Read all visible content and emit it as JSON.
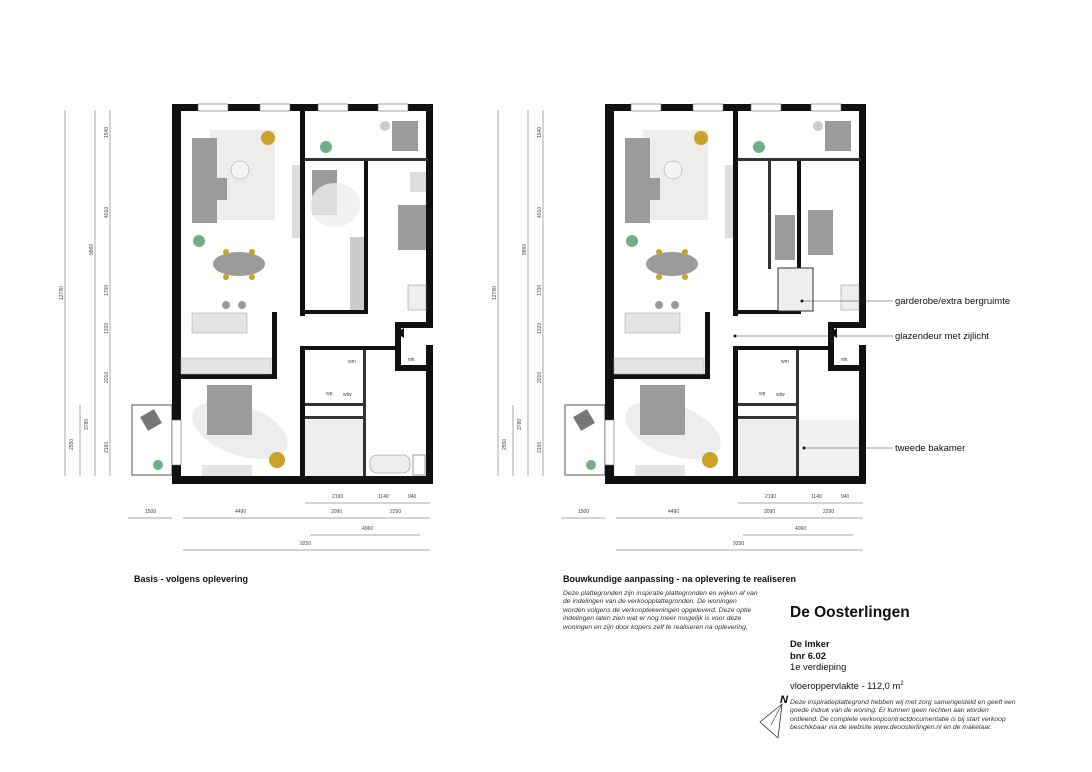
{
  "plans": {
    "basis": {
      "caption": "Basis - volgens oplevering"
    },
    "variant": {
      "caption": "Bouwkundige aanpassing - na oplevering te realiseren",
      "description": "Deze plattegronden zijn inspiratie plattegronden en wijken af van de indelingen van de verkoopplattegronden. De woningen worden volgens de verkooptekeningen opgeleverd. Deze optie indelingen laten zien wat er nog meer mogelijk is voor deze woningen en zijn door kopers zelf te realiseren na oplevering.",
      "annotations": [
        "garderobe/extra bergruimte",
        "glazendeur met zijlicht",
        "tweede bakamer"
      ]
    }
  },
  "room_labels": {
    "wm": "wm",
    "wp": "wp",
    "wtw": "wtw",
    "mk": "mk"
  },
  "dimensions": {
    "vertical": {
      "total": "12780",
      "sub_total": "9860",
      "left_a": "2550",
      "left_b": "3780",
      "segments": [
        "1540",
        "4010",
        "1700",
        "1320",
        "2010",
        "2160"
      ]
    },
    "horizontal": {
      "row1": [
        "2190",
        "1140",
        "940"
      ],
      "row2": [
        "1500",
        "4490",
        "2090",
        "2290"
      ],
      "row3": "4060",
      "total": "9250"
    }
  },
  "project": {
    "name": "De Oosterlingen",
    "type": "De Imker",
    "bnr": "bnr 6.02",
    "floor": "1e verdieping",
    "area_label": "vloeroppervlakte -  112,0 m",
    "area_sup": "2",
    "north": "N",
    "disclaimer": "Deze inspiratieplattegrond hebben wij met zorg samengesteld en geeft een goede indruk van de woning. Er kunnen geen rechten aan worden ontleend. De complete verkoopcontractdocumentatie is bij start verkoop beschikbaar via de website www.deoosterlingen.nl en de makelaar."
  },
  "colors": {
    "wall": "#111111",
    "furniture": "#9b9b9b",
    "rug": "#ededeb",
    "accent": "#c9a227",
    "plant": "#6fae8a"
  }
}
